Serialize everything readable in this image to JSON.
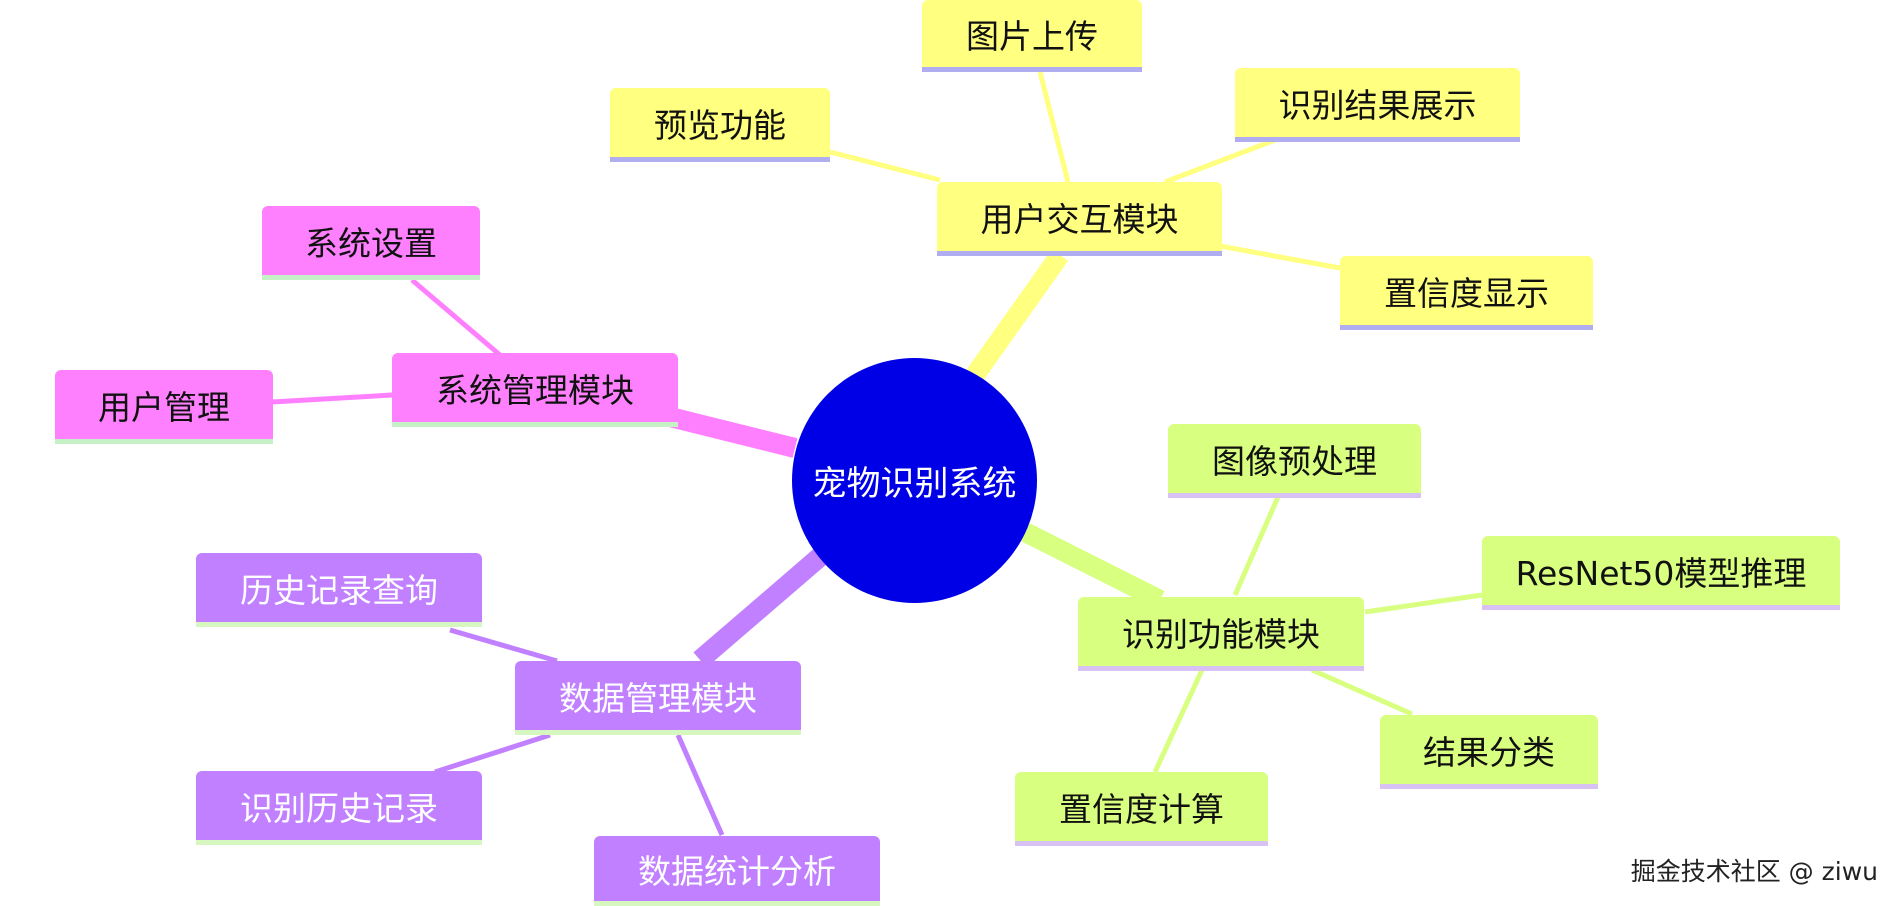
{
  "center": {
    "label": "宠物识别系统"
  },
  "branches": {
    "user_interaction": {
      "label": "用户交互模块",
      "color": "#ffff80",
      "children": [
        "图片上传",
        "预览功能",
        "识别结果展示",
        "置信度显示"
      ]
    },
    "system_management": {
      "label": "系统管理模块",
      "color": "#ff80ff",
      "children": [
        "系统设置",
        "用户管理"
      ]
    },
    "recognition": {
      "label": "识别功能模块",
      "color": "#d9ff80",
      "children": [
        "图像预处理",
        "ResNet50模型推理",
        "结果分类",
        "置信度计算"
      ]
    },
    "data_management": {
      "label": "数据管理模块",
      "color": "#c080ff",
      "children": [
        "历史记录查询",
        "识别历史记录",
        "数据统计分析"
      ]
    }
  },
  "watermark": "掘金技术社区 @ ziwu"
}
